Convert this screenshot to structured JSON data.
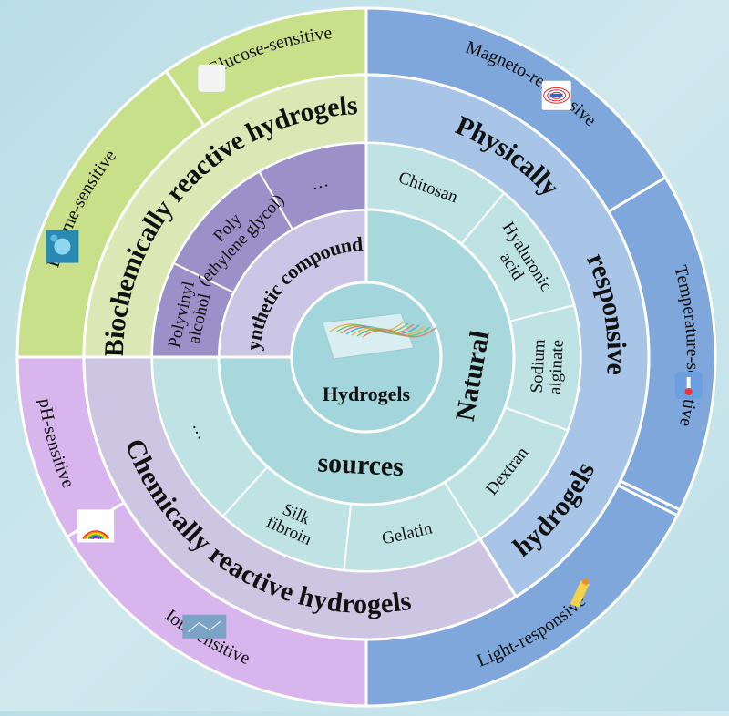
{
  "center": {
    "label": "Hydrogels"
  },
  "outer_ring": [
    {
      "label": "Magneto-responsive",
      "color": "#7fa7dc",
      "icon": "magnet-field-icon"
    },
    {
      "label": "Temperature-sensitive",
      "color": "#7fa7dc",
      "icon": "thermometer-icon"
    },
    {
      "label": "Light-responsive",
      "color": "#7fa7dc",
      "icon": "light-icon"
    },
    {
      "label": "Ion-sensitive",
      "color": "#d9b5ee",
      "icon": "ion-network-icon"
    },
    {
      "label": "pH-sensitive",
      "color": "#d9b5ee",
      "icon": "ph-scale-icon"
    },
    {
      "label": "Enzyme-sensitive",
      "color": "#c8e08a",
      "icon": "enzyme-cell-icon"
    },
    {
      "label": "Glucose-sensitive",
      "color": "#c8e08a",
      "icon": "glucose-cube-icon"
    }
  ],
  "category_ring": [
    {
      "label": "Physically responsive hydrogels",
      "words": [
        "Physically",
        "responsive",
        "hydrogels"
      ],
      "color": "#a8c4e6"
    },
    {
      "label": "Chemically reactive hydrogels",
      "color": "#cdc6e3"
    },
    {
      "label": "Biochemically reactive hydrogels",
      "color": "#dbe8b6"
    }
  ],
  "natural_sources": {
    "label": "Natural sources",
    "words": [
      "Natural",
      "sources"
    ],
    "color": "#a9d8dc",
    "items": [
      {
        "lines": [
          "Chitosan"
        ]
      },
      {
        "lines": [
          "Hyaluronic",
          "acid"
        ]
      },
      {
        "lines": [
          "Sodium",
          "alginate"
        ]
      },
      {
        "lines": [
          "Dextran"
        ]
      },
      {
        "lines": [
          "Gelatin"
        ]
      },
      {
        "lines": [
          "Silk",
          "fibroin"
        ]
      },
      {
        "lines": [
          "…"
        ]
      }
    ]
  },
  "synthetic": {
    "label": "Synthetic compounds",
    "color": "#ccc6e6",
    "dark_color": "#9c90c9",
    "items": [
      {
        "lines": [
          "Polyvinyl",
          "alcohol"
        ]
      },
      {
        "lines": [
          "Poly",
          "(ethylene glycol)"
        ]
      },
      {
        "lines": [
          "…"
        ]
      }
    ]
  }
}
